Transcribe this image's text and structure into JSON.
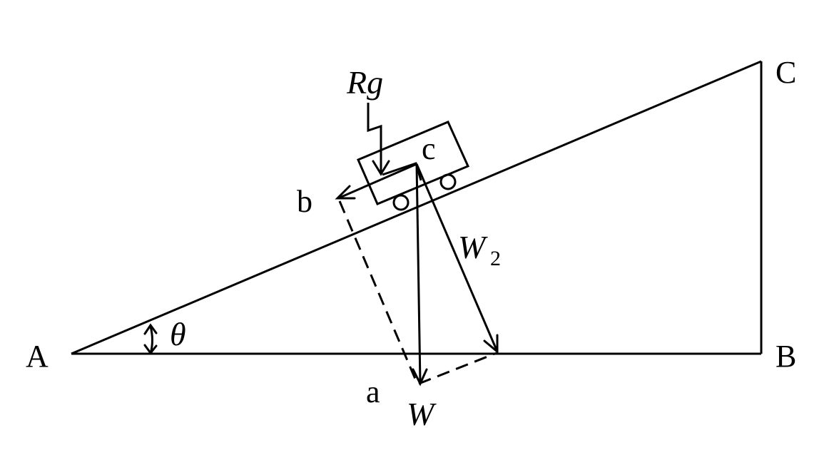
{
  "labels": {
    "vertex_a": "A",
    "vertex_b": "B",
    "vertex_c": "C",
    "angle": "θ",
    "force_rg": "Rg",
    "point_c": "c",
    "point_b": "b",
    "point_a": "a",
    "weight": "W",
    "component_w": "W",
    "component_sub": "2"
  }
}
